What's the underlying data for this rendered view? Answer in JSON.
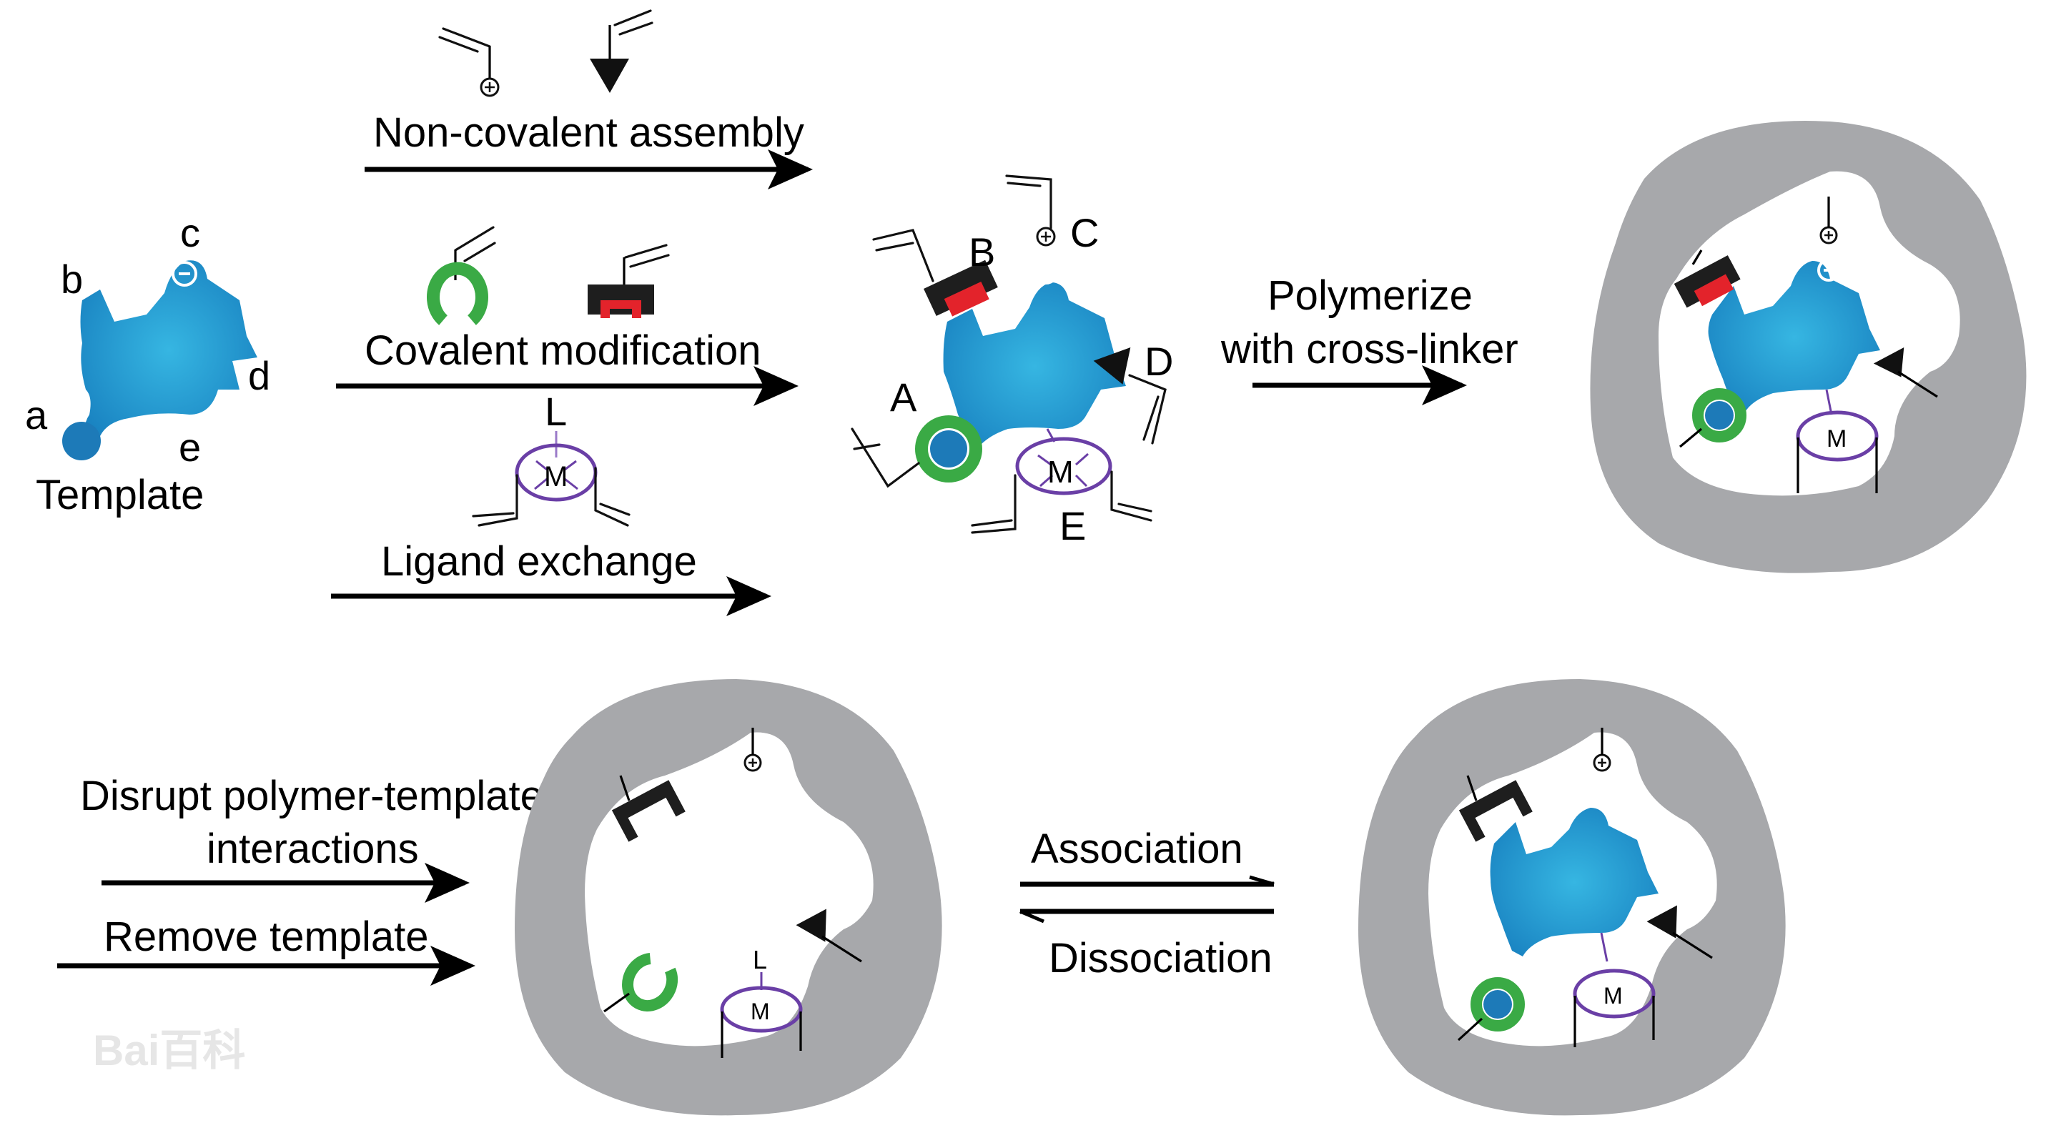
{
  "figure": {
    "title": "Molecular imprinting scheme"
  },
  "template": {
    "label": "Template",
    "sites": [
      "a",
      "b",
      "c",
      "d",
      "e"
    ]
  },
  "routes": {
    "non_covalent": "Non-covalent assembly",
    "covalent": "Covalent modification",
    "ligand": "Ligand exchange",
    "ligand_label": "L",
    "metal_label": "M"
  },
  "complex": {
    "sites": [
      "A",
      "B",
      "C",
      "D",
      "E"
    ]
  },
  "polymerize": {
    "line1": "Polymerize",
    "line2": "with cross-linker"
  },
  "removal": {
    "disrupt_line1": "Disrupt polymer-template",
    "disrupt_line2": "interactions",
    "remove": "Remove template"
  },
  "equilibrium": {
    "forward": "Association",
    "reverse": "Dissociation"
  },
  "charges": {
    "plus": "+",
    "minus": "−"
  },
  "colors": {
    "template_blue": "#2a9fd6",
    "template_dark": "#1a73ad",
    "green_monomer": "#3aaa45",
    "red_insert": "#e3232b",
    "metal_purple": "#6a3fa6",
    "polymer_gray": "#a7a8ab",
    "ligand_red": "#b5533c"
  },
  "watermark": "Bai百科"
}
